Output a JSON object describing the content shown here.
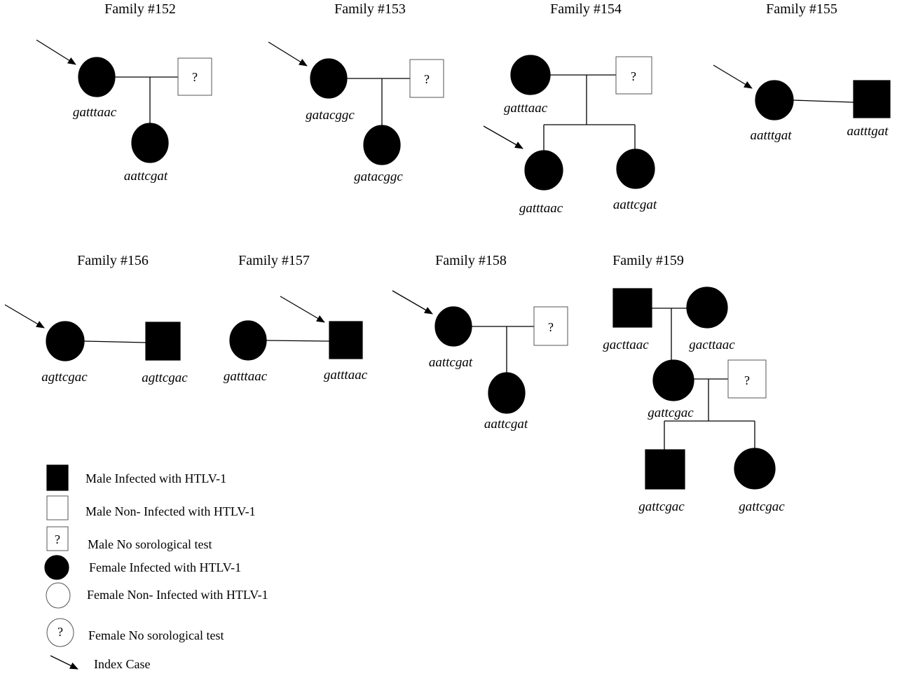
{
  "families": [
    {
      "title": "Family #152",
      "seqs": [
        "gatttaac",
        "aattcgat"
      ],
      "q": "?"
    },
    {
      "title": "Family #153",
      "seqs": [
        "gatacggc",
        "gatacggc"
      ],
      "q": "?"
    },
    {
      "title": "Family #154",
      "seqs": [
        "gatttaac",
        "gatttaac",
        "aattcgat"
      ],
      "q": "?"
    },
    {
      "title": "Family #155",
      "seqs": [
        "aatttgat",
        "aatttgat"
      ]
    },
    {
      "title": "Family #156",
      "seqs": [
        "agttcgac",
        "agttcgac"
      ]
    },
    {
      "title": "Family #157",
      "seqs": [
        "gatttaac",
        "gatttaac"
      ]
    },
    {
      "title": "Family #158",
      "seqs": [
        "aattcgat",
        "aattcgat"
      ],
      "q": "?"
    },
    {
      "title": "Family #159",
      "seqs": [
        "gacttaac",
        "gacttaac",
        "gattcgac",
        "gattcgac",
        "gattcgac"
      ],
      "q": "?"
    }
  ],
  "legend": [
    {
      "label": "Male Infected with HTLV-1",
      "symbol": "filled-square"
    },
    {
      "label": "Male Non- Infected with HTLV-1",
      "symbol": "open-square"
    },
    {
      "label": "Male No sorological test",
      "symbol": "question-square",
      "mark": "?"
    },
    {
      "label": "Female Infected with HTLV-1",
      "symbol": "filled-circle"
    },
    {
      "label": "Female Non- Infected with HTLV-1",
      "symbol": "open-circle"
    },
    {
      "label": "Female No sorological test",
      "symbol": "question-circle",
      "mark": "?"
    },
    {
      "label": "Index Case",
      "symbol": "arrow"
    }
  ]
}
